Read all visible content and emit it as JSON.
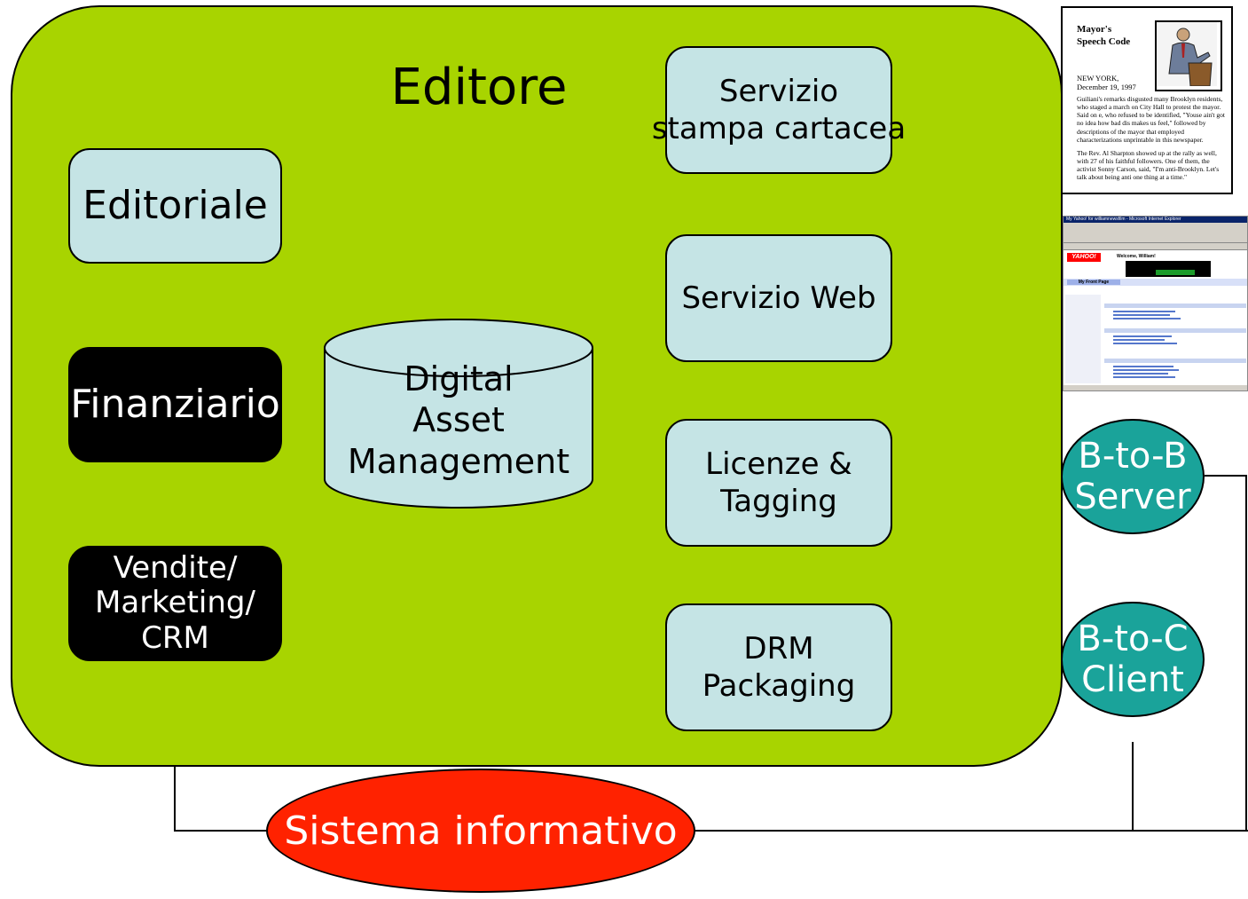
{
  "diagram": {
    "title": "Editore",
    "departments": {
      "editoriale": "Editoriale",
      "finanziario": "Finanziario",
      "vendite_lines": [
        "Vendite/",
        "Marketing/",
        "CRM"
      ]
    },
    "dam_lines": [
      "Digital",
      "Asset",
      "Management"
    ],
    "services": {
      "stampa_lines": [
        "Servizio",
        "stampa cartacea"
      ],
      "web": "Servizio Web",
      "licenze_lines": [
        "Licenze &",
        "Tagging"
      ],
      "drm_lines": [
        "DRM",
        "Packaging"
      ]
    },
    "outputs": {
      "b2b_lines": [
        "B-to-B",
        "Server"
      ],
      "b2c_lines": [
        "B-to-C",
        "Client"
      ]
    },
    "sistema": "Sistema informativo",
    "colors": {
      "editore_bg": "#a8d400",
      "box_light": "#c5e4e5",
      "box_dark": "#000000",
      "circle": "#1aa39a",
      "sistema": "#ff2200"
    }
  },
  "newspaper": {
    "headline": "Mayor's Speech Code",
    "dateline": "NEW YORK, December 19, 1997",
    "para1": "Guiliani's remarks disgusted many Brooklyn residents, who staged a march on City Hall to protest the mayor.  Said on e, who refused to be identified, \"Youse ain't got no idea how bad dis makes us feel,\" followed by descriptions of the mayor that employed characterizations unprintable in this newspaper.",
    "para2": "The Rev. Al Sharpton showed up at the rally as well, with 27 of his faithful followers.  One of them, the activist Sonny Carson, said, \"I'm anti-Brooklyn.  Let's talk about being anti one thing at a time.\""
  },
  "web_page": {
    "window_title": "My Yahoo! for williamnewsfilm - Microsoft Internet Explorer",
    "logo": "YAHOO!",
    "welcome": "Welcome, William!",
    "tab": "My Front Page"
  }
}
